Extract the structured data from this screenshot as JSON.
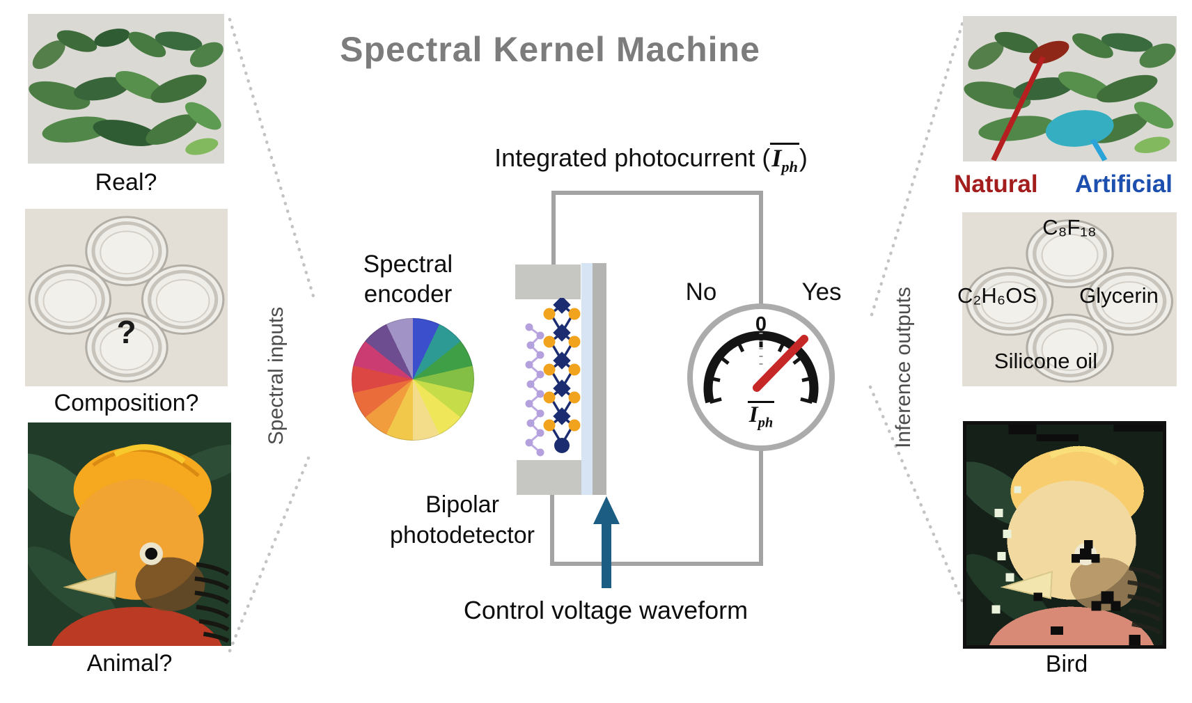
{
  "title": "Spectral Kernel Machine",
  "inputs": {
    "group_label": "Spectral inputs",
    "real_label": "Real?",
    "composition_label": "Composition?",
    "composition_overlay": "?",
    "animal_label": "Animal?"
  },
  "outputs": {
    "group_label": "Inference outputs",
    "natural_label": "Natural",
    "natural_color": "#a31d1d",
    "artificial_label": "Artificial",
    "artificial_color": "#1d4fae",
    "chem_top": "C₈F₁₈",
    "chem_left": "C₂H₆OS",
    "chem_right": "Glycerin",
    "chem_bottom": "Silicone oil",
    "bird_label": "Bird"
  },
  "machine": {
    "photocurrent_prefix": "Integrated photocurrent (",
    "photocurrent_symbol": "I",
    "photocurrent_sub": "ph",
    "photocurrent_suffix": ")",
    "encoder_label_line1": "Spectral",
    "encoder_label_line2": "encoder",
    "wheel_colors": [
      "#3b4ecb",
      "#2d9a94",
      "#3f9f47",
      "#83bf44",
      "#c6dc49",
      "#f0e659",
      "#f4dd8a",
      "#f2c84b",
      "#f19c3d",
      "#ea6c3a",
      "#dd4743",
      "#cb3d72",
      "#6d4d90",
      "#a193c6"
    ],
    "detector_label_line1": "Bipolar",
    "detector_label_line2": "photodetector",
    "control_label": "Control voltage waveform",
    "gauge": {
      "no_label": "No",
      "yes_label": "Yes",
      "zero_label": "0",
      "symbol": "I",
      "symbol_sub": "ph",
      "needle_color": "#c62828"
    }
  }
}
